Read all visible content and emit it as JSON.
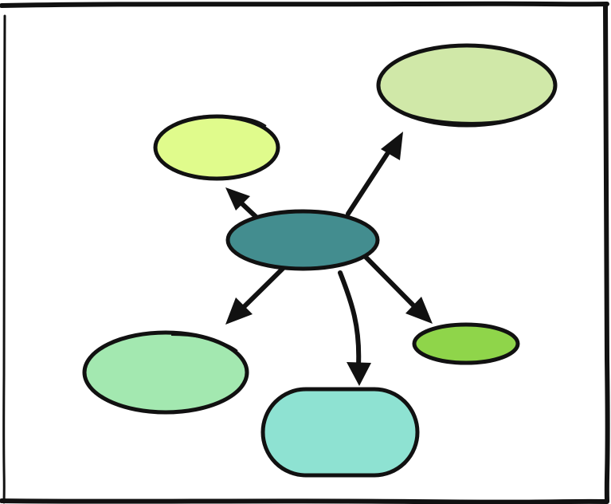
{
  "diagram": {
    "kind": "mind-map",
    "style": "hand-drawn",
    "colors": {
      "background": "#ffffff",
      "frame": "#111111",
      "outline": "#111111",
      "arrow": "#111111",
      "central_node": "#438d8f",
      "node_top_left": "#e0fb8c",
      "node_top_right": "#d0e8a8",
      "node_bottom_left": "#a3e8b0",
      "node_bottom_center": "#8ee2d2",
      "node_bottom_right": "#8fd54a"
    },
    "nodes": [
      {
        "id": "central",
        "shape": "ellipse",
        "label": ""
      },
      {
        "id": "top-left",
        "shape": "ellipse",
        "label": ""
      },
      {
        "id": "top-right",
        "shape": "ellipse",
        "label": ""
      },
      {
        "id": "bottom-left",
        "shape": "ellipse",
        "label": ""
      },
      {
        "id": "bottom-center",
        "shape": "rounded-rectangle",
        "label": ""
      },
      {
        "id": "bottom-right",
        "shape": "ellipse",
        "label": ""
      }
    ],
    "edges": [
      {
        "from": "central",
        "to": "top-left",
        "style": "arrow"
      },
      {
        "from": "central",
        "to": "top-right",
        "style": "arrow"
      },
      {
        "from": "central",
        "to": "bottom-left",
        "style": "arrow"
      },
      {
        "from": "central",
        "to": "bottom-center",
        "style": "curved-arrow"
      },
      {
        "from": "central",
        "to": "bottom-right",
        "style": "arrow"
      }
    ]
  }
}
